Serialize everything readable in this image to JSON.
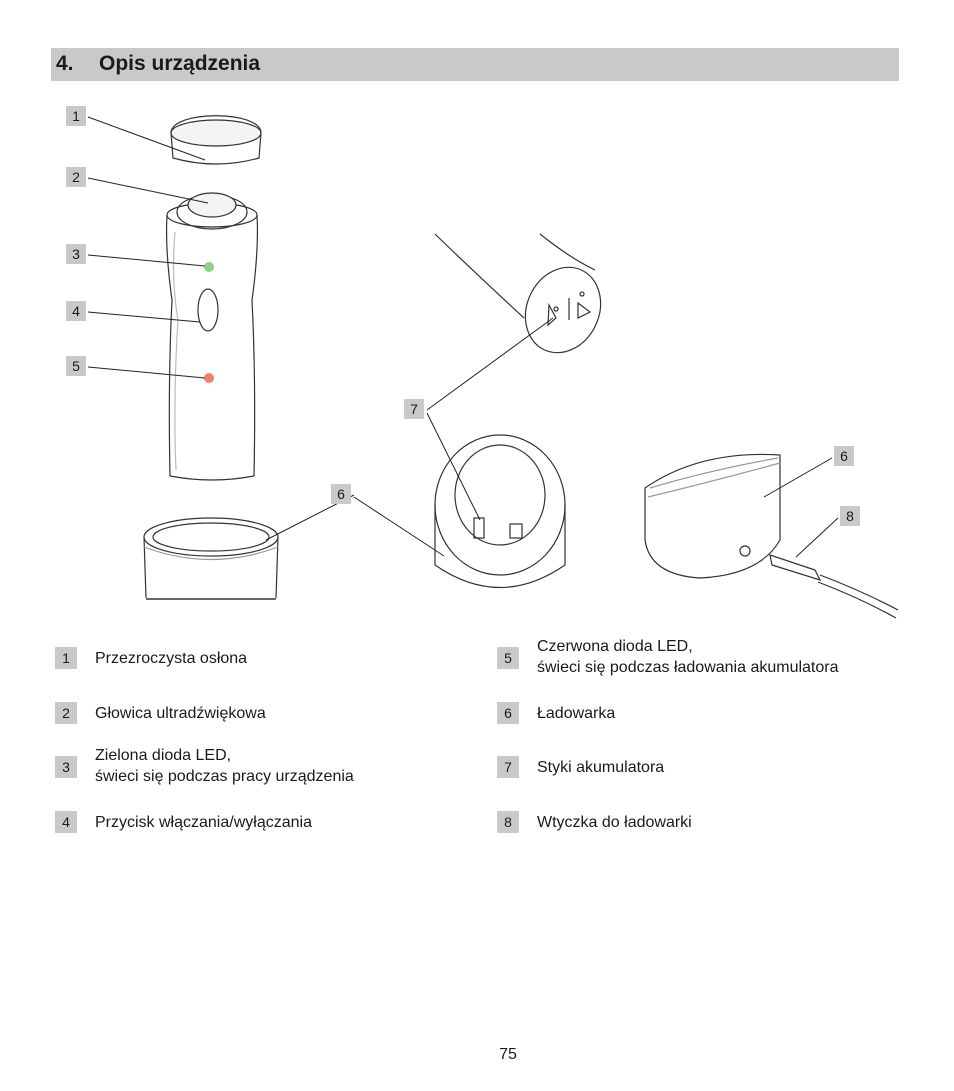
{
  "section": {
    "number": "4.",
    "title": "Opis urządzenia"
  },
  "callouts": {
    "c1": "1",
    "c2": "2",
    "c3": "3",
    "c4": "4",
    "c5": "5",
    "c6a": "6",
    "c7": "7",
    "c6b": "6",
    "c8": "8"
  },
  "legend": [
    {
      "num": "1",
      "lines": [
        "Przezroczysta osłona"
      ]
    },
    {
      "num": "2",
      "lines": [
        "Głowica ultradźwiękowa"
      ]
    },
    {
      "num": "3",
      "lines": [
        "Zielona dioda LED,",
        "świeci się podczas pracy urządzenia"
      ]
    },
    {
      "num": "4",
      "lines": [
        "Przycisk włączania/wyłączania"
      ]
    },
    {
      "num": "5",
      "lines": [
        "Czerwona dioda LED,",
        "świeci się podczas ładowania akumulatora"
      ]
    },
    {
      "num": "6",
      "lines": [
        "Ładowarka"
      ]
    },
    {
      "num": "7",
      "lines": [
        "Styki akumulatora"
      ]
    },
    {
      "num": "8",
      "lines": [
        "Wtyczka do ładowarki"
      ]
    }
  ],
  "led_colors": {
    "green": "#8fd18a",
    "red": "#f0826a"
  },
  "page_number": "75"
}
